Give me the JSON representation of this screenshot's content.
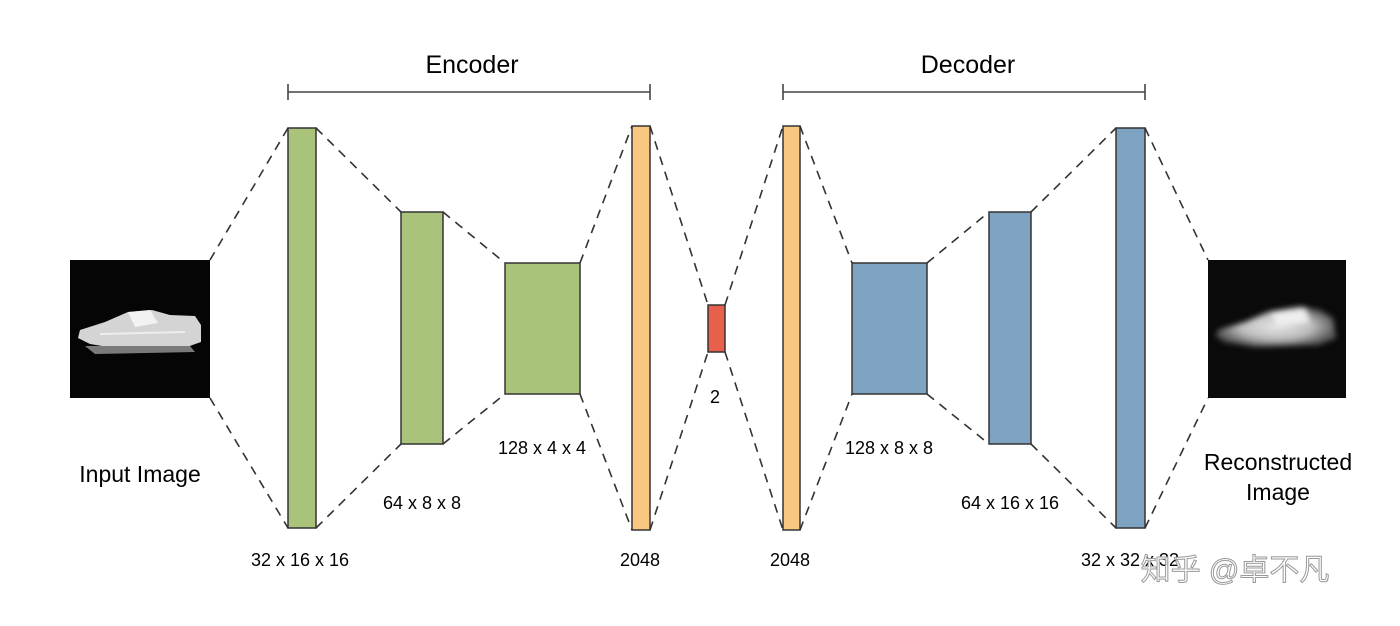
{
  "encoder_title": "Encoder",
  "decoder_title": "Decoder",
  "input_label": "Input Image",
  "output_label_line1": "Reconstructed",
  "output_label_line2": "Image",
  "layer_labels": {
    "enc1": "32 x 16 x 16",
    "enc2": "64 x 8 x 8",
    "enc3": "128 x 4 x 4",
    "enc_flat": "2048",
    "latent": "2",
    "dec_flat": "2048",
    "dec1": "128 x 8 x 8",
    "dec2": "64 x 16 x 16",
    "dec3": "32 x 32 x 32"
  },
  "watermark": "知乎 @卓不凡",
  "colors": {
    "encoder": "#a9c47a",
    "dense": "#f8c882",
    "latent": "#e8604c",
    "decoder": "#7ea3c2"
  }
}
